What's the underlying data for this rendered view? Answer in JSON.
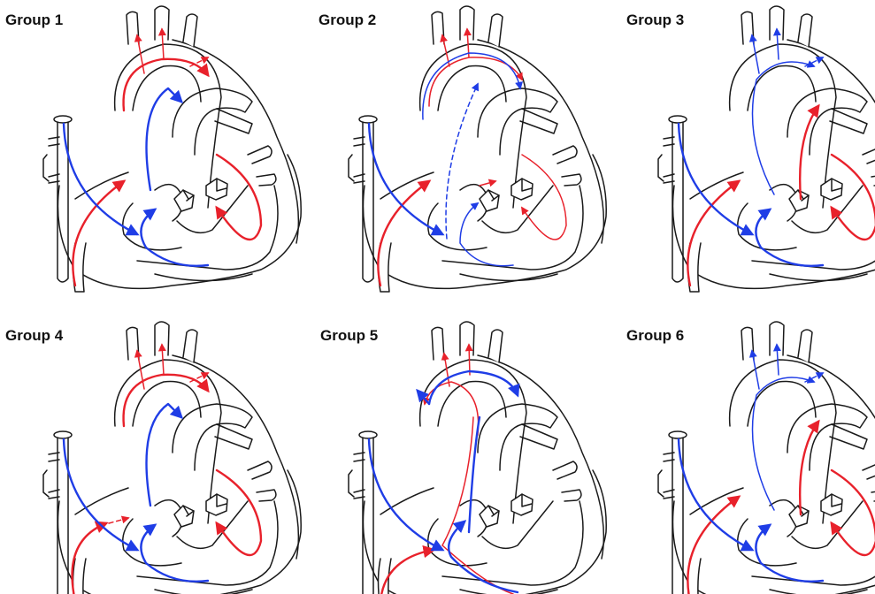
{
  "panels": [
    {
      "title": "Group 1",
      "variant": "g1"
    },
    {
      "title": "Group 2",
      "variant": "g2"
    },
    {
      "title": "Group 3",
      "variant": "g3"
    },
    {
      "title": "Group 4",
      "variant": "g4"
    },
    {
      "title": "Group 5",
      "variant": "g5"
    },
    {
      "title": "Group 6",
      "variant": "g6"
    }
  ],
  "colors": {
    "oxygenated": "#e8212b",
    "deoxygenated": "#1f3de6",
    "outline": "#1a1a1a"
  }
}
